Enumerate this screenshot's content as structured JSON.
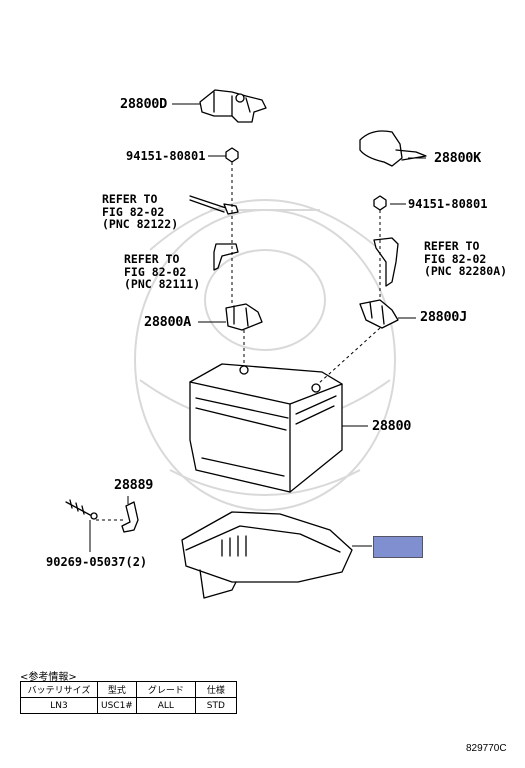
{
  "labels": {
    "p28800D": "28800D",
    "p94151_left": "94151-80801",
    "p28800K": "28800K",
    "p94151_right": "94151-80801",
    "refer_left_1": "REFER TO\nFIG 82-02\n(PNC 82122)",
    "refer_left_2": "REFER TO\nFIG 82-02\n(PNC 82111)",
    "refer_right": "REFER TO\nFIG 82-02\n(PNC 82280A)",
    "p28800A": "28800A",
    "p28800J": "28800J",
    "p28800": "28800",
    "p28889": "28889",
    "p90269": "90269-05037(2)"
  },
  "ref_table": {
    "title": "<参考情報>",
    "headers": [
      "バッテリサイズ",
      "型式",
      "グレード",
      "仕様"
    ],
    "row": [
      "LN3",
      "USC1#",
      "ALL",
      "STD"
    ]
  },
  "illustration_code": "829770C",
  "colors": {
    "highlight": "#7f8fcf",
    "line": "#000000",
    "watermark": "#d9d9d9"
  }
}
